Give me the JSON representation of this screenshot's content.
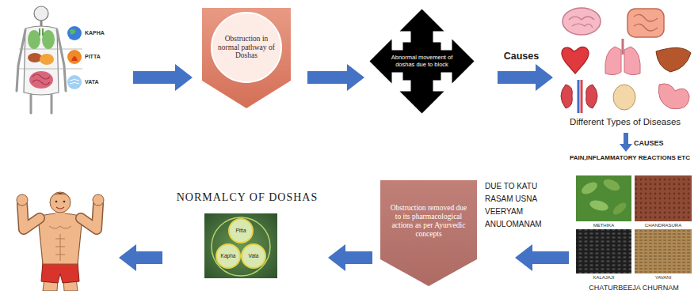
{
  "diagram": {
    "nodes": [
      {
        "text": [
          "KAPHA",
          "PITTA",
          "VATA"
        ]
      },
      {
        "text": [
          "Obstruction in normal pathway of Doshas"
        ]
      },
      {
        "text": [
          "Abnormal movement of doshas due to block"
        ]
      },
      {
        "text": [
          "Different Types of Diseases"
        ]
      },
      {
        "text": [
          "CHATURBEEJA CHURNAM"
        ]
      },
      {
        "text": [
          "Obstruction removed due to its pharmacological actions as per Ayurvedic concepts"
        ]
      },
      {
        "text": [
          "NORMALCY OF DOSHAS"
        ]
      }
    ],
    "edges": [
      {
        "from": 0,
        "to": 1,
        "arrow": "to"
      },
      {
        "from": 1,
        "to": 2,
        "arrow": "to"
      },
      {
        "from": 2,
        "to": 3,
        "arrow": "to"
      },
      {
        "from": 4,
        "to": 5,
        "arrow": "to"
      },
      {
        "from": 5,
        "to": 6,
        "arrow": "to"
      }
    ],
    "labels": [
      "Causes",
      "CAUSES",
      "PAIN,INFLAMMATORY REACTIONS ETC",
      "METHIKA",
      "CHANDRASURA",
      "KALAJAJI",
      "YAVANI",
      "DUE TO KATU RASAM USNA VEERYAM ANULOMANAM",
      "Pitta",
      "Kapha",
      "Vata"
    ]
  }
}
